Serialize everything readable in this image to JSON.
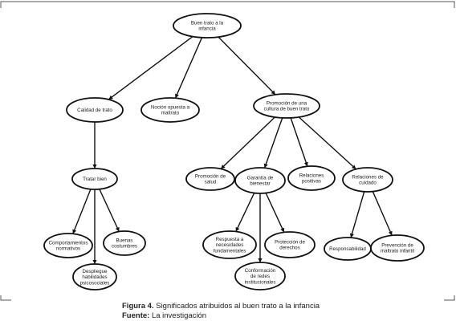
{
  "nodes": {
    "root": [
      "Buen trato a la",
      "infancia"
    ],
    "calidad": [
      "Calidad de trato"
    ],
    "nocion": [
      "Noción opuesta a",
      "maltrato"
    ],
    "promocion_cultura": [
      "Promoción de una",
      "cultura de buen trato"
    ],
    "tratar": [
      "Tratar bien"
    ],
    "comport": [
      "Comportamientos",
      "normativos"
    ],
    "despliegue": [
      "Despliegue",
      "habilidades",
      "psicosociales"
    ],
    "buenas": [
      "Buenas",
      "costumbres"
    ],
    "salud": [
      "Promoción de",
      "salud"
    ],
    "garantia": [
      "Garantía de",
      "bienestar"
    ],
    "relaciones_pos": [
      "Relaciones",
      "positivas"
    ],
    "relaciones_cuidado": [
      "Relaciones de",
      "cuidado"
    ],
    "respuesta": [
      "Respuesta a",
      "necesidades",
      "fundamentales"
    ],
    "conformacion": [
      "Conformación",
      "de redes",
      "institucionales"
    ],
    "proteccion": [
      "Protección de",
      "derechos"
    ],
    "responsabilidad": [
      "Responsabilidad"
    ],
    "prevencion": [
      "Prevención de",
      "maltrato infantil"
    ]
  },
  "caption": {
    "figure_label": "Figura 4.",
    "figure_text": "Significados atribuidos al buen trato a la infancia",
    "source_label": "Fuente:",
    "source_text": "La investigación"
  },
  "colors": {
    "line": "#111111",
    "frame": "#555555",
    "fill": "#ffffff"
  }
}
